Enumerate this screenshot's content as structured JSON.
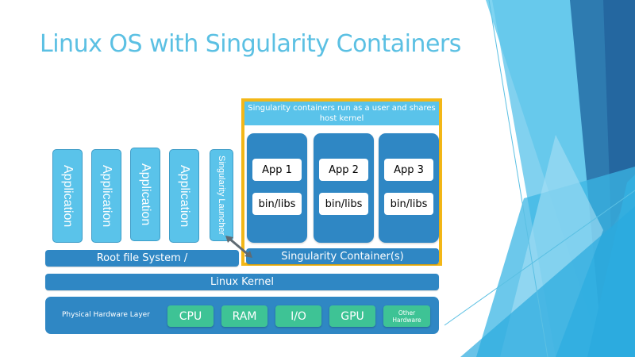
{
  "slide": {
    "title": "Linux OS with Singularity Containers"
  },
  "colors": {
    "title": "#5bc0e3",
    "light_blue": "#5ac3ea",
    "dark_blue": "#2f87c4",
    "frame_yellow": "#f3b717",
    "hardware_green": "#3ec395"
  },
  "host": {
    "applications": [
      "Application",
      "Application",
      "Application",
      "Application"
    ],
    "launcher": "Singularity Launcher",
    "root_fs": "Root file System /"
  },
  "container": {
    "note": "Singularity containers run as a user and shares host kernel",
    "apps": [
      {
        "app": "App 1",
        "libs": "bin/libs"
      },
      {
        "app": "App 2",
        "libs": "bin/libs"
      },
      {
        "app": "App 3",
        "libs": "bin/libs"
      }
    ],
    "label": "Singularity Container(s)"
  },
  "kernel": {
    "label": "Linux Kernel"
  },
  "hardware": {
    "label": "Physical Hardware Layer",
    "items": [
      "CPU",
      "RAM",
      "I/O",
      "GPU",
      "Other Hardware"
    ]
  },
  "connector": {
    "icon": "double-arrow-icon"
  }
}
